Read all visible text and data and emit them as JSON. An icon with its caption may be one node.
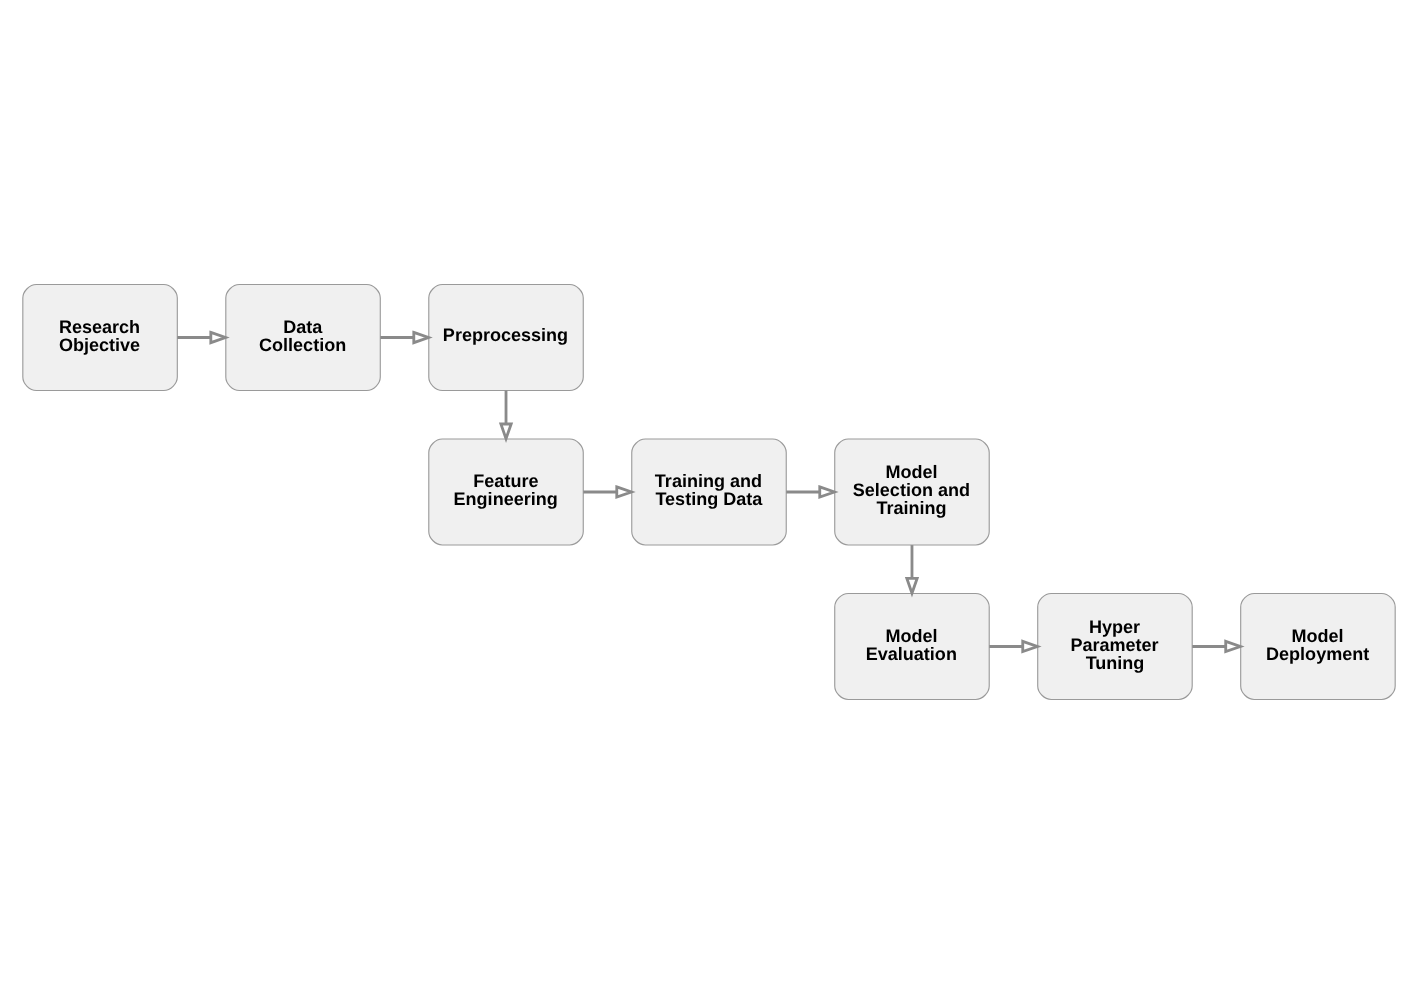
{
  "diagram": {
    "nodes": [
      {
        "text": [
          "Research Objective"
        ]
      },
      {
        "text": [
          "Data Collection"
        ]
      },
      {
        "text": [
          "Preprocessing"
        ]
      },
      {
        "text": [
          "Feature Engineering"
        ]
      },
      {
        "text": [
          "Training and Testing Data"
        ]
      },
      {
        "text": [
          "Model Selection and Training"
        ]
      },
      {
        "text": [
          "Model Evaluation"
        ]
      },
      {
        "text": [
          "Hyper Parameter Tuning"
        ]
      },
      {
        "text": [
          "Model Deployment"
        ]
      }
    ],
    "edges": [
      {
        "from": 0,
        "to": 1,
        "arrow": "to"
      },
      {
        "from": 1,
        "to": 2,
        "arrow": "to"
      },
      {
        "from": 2,
        "to": 3,
        "arrow": "to"
      },
      {
        "from": 3,
        "to": 4,
        "arrow": "to"
      },
      {
        "from": 4,
        "to": 5,
        "arrow": "to"
      },
      {
        "from": 5,
        "to": 6,
        "arrow": "to"
      },
      {
        "from": 6,
        "to": 7,
        "arrow": "to"
      },
      {
        "from": 7,
        "to": 8,
        "arrow": "to"
      }
    ]
  }
}
